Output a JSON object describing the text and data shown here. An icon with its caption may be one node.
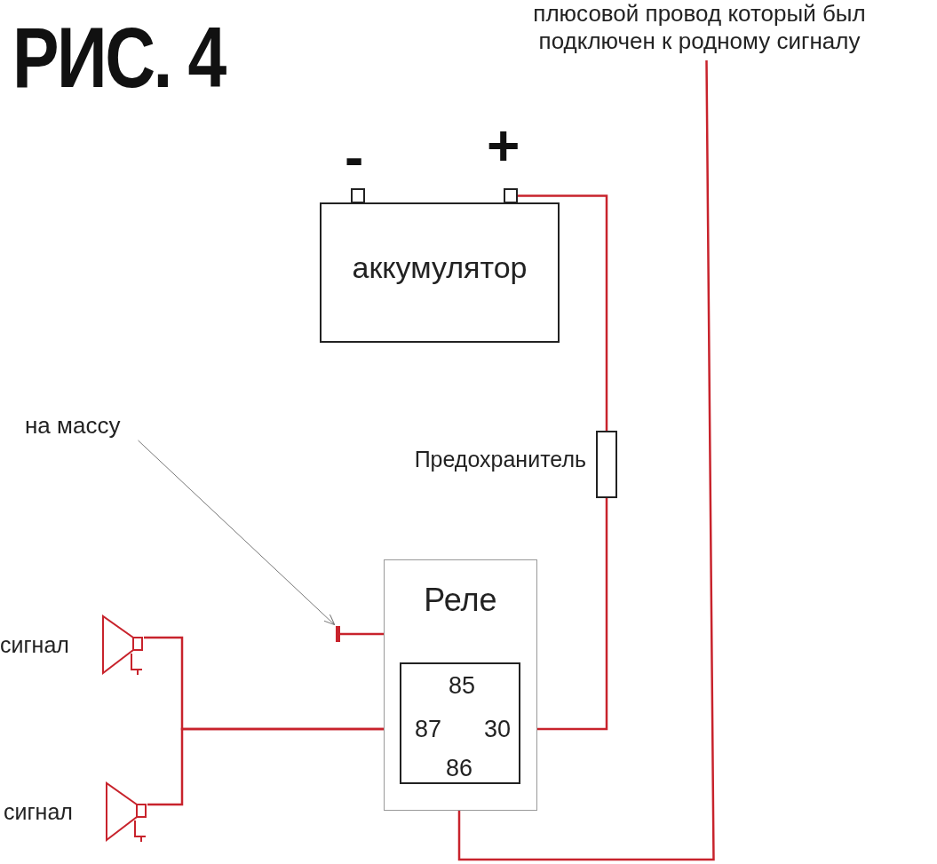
{
  "diagram": {
    "title": "РИС. 4",
    "nodes": [
      {
        "text": [
          "аккумулятор"
        ],
        "beside": [
          "-",
          "+"
        ]
      },
      {
        "text": [
          "Предохранитель"
        ]
      },
      {
        "text": [
          "Реле"
        ]
      },
      {
        "text": [],
        "shape": "box",
        "in": 2
      },
      {
        "text": [
          "85"
        ],
        "in": 3
      },
      {
        "text": [
          "87"
        ],
        "in": 3
      },
      {
        "text": [
          "30"
        ],
        "in": 3
      },
      {
        "text": [
          "86"
        ],
        "in": 3
      },
      {
        "text": [
          "на массу"
        ]
      },
      {
        "text": [],
        "shape": "bar"
      },
      {
        "text": [
          "сигнал"
        ]
      },
      {
        "text": [
          "сигнал"
        ]
      },
      {
        "text": [
          "плюсовой провод который был подключен к родному сигналу"
        ]
      }
    ],
    "edges": [
      {
        "from": 0,
        "to": 1,
        "arrow": "none"
      },
      {
        "from": 1,
        "to": 6,
        "arrow": "none"
      },
      {
        "from": 4,
        "to": 9,
        "arrow": "none"
      },
      {
        "from": 5,
        "to": 10,
        "arrow": "none"
      },
      {
        "from": 5,
        "to": 11,
        "arrow": "none"
      },
      {
        "from": 7,
        "to": 12,
        "arrow": "none"
      },
      {
        "from": 8,
        "to": 9,
        "arrow": "to",
        "color": "#777777"
      }
    ]
  }
}
